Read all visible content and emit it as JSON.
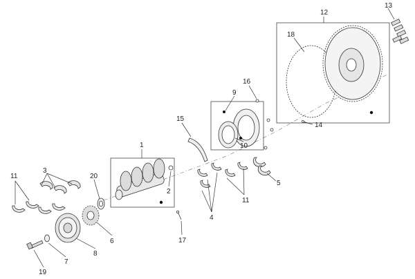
{
  "diagram": {
    "callouts": [
      {
        "id": "c1",
        "text": "1"
      },
      {
        "id": "c2",
        "text": "2"
      },
      {
        "id": "c3",
        "text": "3"
      },
      {
        "id": "c4",
        "text": "4"
      },
      {
        "id": "c5",
        "text": "5"
      },
      {
        "id": "c6",
        "text": "6"
      },
      {
        "id": "c7",
        "text": "7"
      },
      {
        "id": "c8",
        "text": "8"
      },
      {
        "id": "c9",
        "text": "9"
      },
      {
        "id": "c10",
        "text": "10"
      },
      {
        "id": "c11a",
        "text": "11"
      },
      {
        "id": "c11b",
        "text": "11"
      },
      {
        "id": "c12",
        "text": "12"
      },
      {
        "id": "c13",
        "text": "13"
      },
      {
        "id": "c14",
        "text": "14"
      },
      {
        "id": "c15",
        "text": "15"
      },
      {
        "id": "c16",
        "text": "16"
      },
      {
        "id": "c17",
        "text": "17"
      },
      {
        "id": "c18",
        "text": "18"
      },
      {
        "id": "c19",
        "text": "19"
      },
      {
        "id": "c20",
        "text": "20"
      }
    ]
  }
}
